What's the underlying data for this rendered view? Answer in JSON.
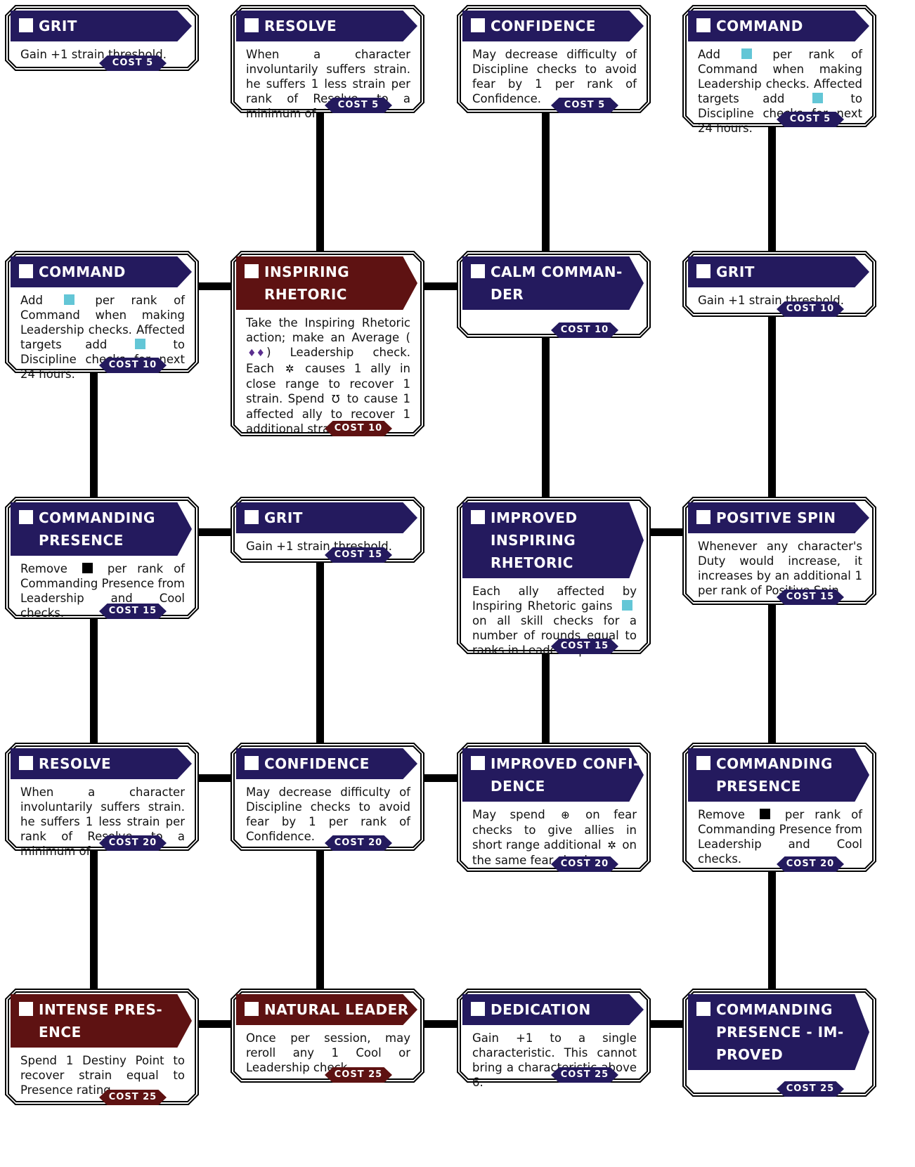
{
  "colors": {
    "title_blue": "#241a5e",
    "title_red": "#5e1212",
    "boost": "#63c6d6",
    "setback": "#000000",
    "difficulty": "#5b2f8f"
  },
  "talents": [
    [
      {
        "title": "GRIT",
        "color": "blue",
        "cost": "COST  5",
        "desc": [
          {
            "t": "Gain +1 strain threshold."
          }
        ]
      },
      {
        "title": "RESOLVE",
        "color": "blue",
        "cost": "COST  5",
        "desc": [
          {
            "t": "When a character involuntarily suffers strain. he suffers 1 less strain per rank of Resolve, to a minimum of"
          }
        ]
      },
      {
        "title": "CONFIDENCE",
        "color": "blue",
        "cost": "COST  5",
        "desc": [
          {
            "t": "May decrease difficulty of Discipline checks to avoid fear by 1 per rank of Confidence."
          }
        ]
      },
      {
        "title": "COMMAND",
        "color": "blue",
        "cost": "COST  5",
        "desc": [
          {
            "t": "Add "
          },
          {
            "s": "boost"
          },
          {
            "t": " per rank of Command when making Leadership checks.  Affected targets add "
          },
          {
            "s": "boost"
          },
          {
            "t": " to Discipline checks for next 24 hours."
          }
        ]
      }
    ],
    [
      {
        "title": "COMMAND",
        "color": "blue",
        "cost": "COST  10",
        "desc": [
          {
            "t": "Add "
          },
          {
            "s": "boost"
          },
          {
            "t": " per rank of Command when making Leadership checks.  Affected targets add "
          },
          {
            "s": "boost"
          },
          {
            "t": " to Discipline checks for next 24 hours."
          }
        ]
      },
      {
        "title": "INSPIRING RHETORIC",
        "color": "red",
        "cost": "COST  10",
        "desc": [
          {
            "t": "Take the Inspiring Rhetoric action; make an Average ("
          },
          {
            "s": "difficulty",
            "g": "♦♦"
          },
          {
            "t": ") Leadership check. Each "
          },
          {
            "s": "glyph",
            "g": "✲"
          },
          {
            "t": " causes 1 ally in close range to recover 1 strain.  Spend "
          },
          {
            "s": "glyph",
            "g": "℧"
          },
          {
            "t": " to cause 1 affected ally to recover 1 additional strain."
          }
        ]
      },
      {
        "title": "CALM COMMANDER",
        "color": "blue",
        "cost": "COST  10",
        "desc": []
      },
      {
        "title": "GRIT",
        "color": "blue",
        "cost": "COST  10",
        "desc": [
          {
            "t": "Gain +1 strain threshold."
          }
        ]
      }
    ],
    [
      {
        "title": "COMMANDING PRESENCE",
        "color": "blue",
        "cost": "COST  15",
        "desc": [
          {
            "t": "Remove "
          },
          {
            "s": "setback"
          },
          {
            "t": " per rank of Commanding Presence from Leadership and Cool checks."
          }
        ]
      },
      {
        "title": "GRIT",
        "color": "blue",
        "cost": "COST  15",
        "desc": [
          {
            "t": "Gain +1 strain threshold."
          }
        ]
      },
      {
        "title": "IMPROVED INSPIRING RHETORIC",
        "color": "blue",
        "cost": "COST  15",
        "desc": [
          {
            "t": "Each ally affected by Inspiring Rhetoric gains "
          },
          {
            "s": "boost"
          },
          {
            "t": " on all skill checks for a number of rounds equal to ranks in Leadership"
          }
        ]
      },
      {
        "title": "POSITIVE SPIN",
        "color": "blue",
        "cost": "COST  15",
        "desc": [
          {
            "t": "Whenever any character's Duty would increase, it increases by an additional 1 per rank of Positive Spin"
          }
        ]
      }
    ],
    [
      {
        "title": "RESOLVE",
        "color": "blue",
        "cost": "COST  20",
        "desc": [
          {
            "t": "When a character involuntarily suffers strain. he suffers 1 less strain per rank of Resolve, to a minimum of"
          }
        ]
      },
      {
        "title": "CONFIDENCE",
        "color": "blue",
        "cost": "COST  20",
        "desc": [
          {
            "t": "May decrease difficulty of Discipline checks to avoid fear by 1 per rank of Confidence."
          }
        ]
      },
      {
        "title": "IMPROVED CONFIDENCE",
        "color": "blue",
        "cost": "COST  20",
        "desc": [
          {
            "t": "May spend "
          },
          {
            "s": "glyph",
            "g": "⊕"
          },
          {
            "t": " on fear checks to give allies in short range additional "
          },
          {
            "s": "glyph",
            "g": "✲"
          },
          {
            "t": " on the same fear check."
          }
        ]
      },
      {
        "title": "COMMANDING PRESENCE",
        "color": "blue",
        "cost": "COST  20",
        "desc": [
          {
            "t": "Remove "
          },
          {
            "s": "setback"
          },
          {
            "t": " per rank of Commanding Presence from Leadership and Cool checks."
          }
        ]
      }
    ],
    [
      {
        "title": "INTENSE PRESENCE",
        "color": "red",
        "cost": "COST  25",
        "desc": [
          {
            "t": "Spend 1 Destiny Point to recover strain equal to Presence rating"
          }
        ]
      },
      {
        "title": "NATURAL LEADER",
        "color": "red",
        "cost": "COST  25",
        "desc": [
          {
            "t": "Once per session, may reroll any 1 Cool or Leadership check."
          }
        ]
      },
      {
        "title": "DEDICATION",
        "color": "blue",
        "cost": "COST  25",
        "desc": [
          {
            "t": "Gain +1 to a single characteristic. This cannot bring a characteristic above 6."
          }
        ]
      },
      {
        "title": "COMMANDING PRESENCE - IMPROVED",
        "color": "blue",
        "cost": "COST  25",
        "desc": []
      }
    ]
  ],
  "links": {
    "horizontal": [
      [
        false,
        false,
        false
      ],
      [
        true,
        true,
        false
      ],
      [
        true,
        false,
        true
      ],
      [
        true,
        true,
        false
      ],
      [
        true,
        true,
        true
      ]
    ],
    "vertical": [
      [
        false,
        true,
        true,
        true
      ],
      [
        true,
        false,
        true,
        true
      ],
      [
        true,
        true,
        true,
        true
      ],
      [
        true,
        true,
        false,
        true
      ]
    ]
  }
}
